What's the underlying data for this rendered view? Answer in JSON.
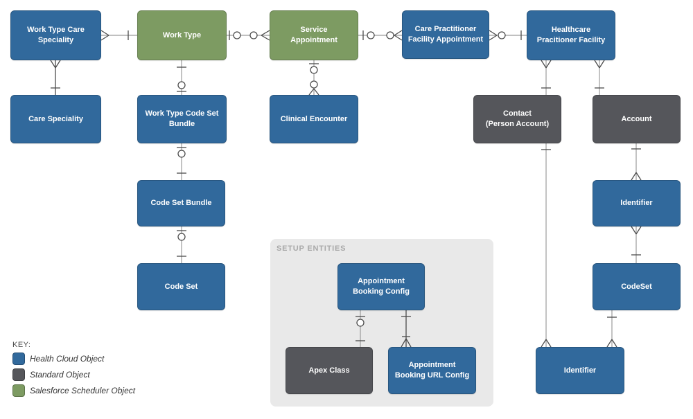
{
  "colors": {
    "c-health": "#31699c",
    "c-standard": "#55565b",
    "c-scheduler": "#7d9b62",
    "c-panel": "#e9e9e9",
    "c-panel-label": "#a9a9a9",
    "c-line": "#9b9b9b",
    "c-line-dark": "#3d3d3d",
    "c-symbol": "#4c4c4c",
    "c-text": "#ffffff"
  },
  "nodes": {
    "work_type_care_speciality": {
      "label": "Work Type Care\nSpeciality",
      "type": "health-cloud"
    },
    "work_type": {
      "label": "Work Type",
      "type": "scheduler"
    },
    "service_appointment": {
      "label": "Service\nAppointment",
      "type": "scheduler"
    },
    "care_practitioner_facility_appointment": {
      "label": "Care Practitioner\nFacility Appointment",
      "type": "health-cloud"
    },
    "healthcare_practitioner_facility": {
      "label": "Healthcare\nPracitioner Facility",
      "type": "health-cloud"
    },
    "care_speciality": {
      "label": "Care Speciality",
      "type": "health-cloud"
    },
    "work_type_code_set_bundle": {
      "label": "Work Type Code Set\nBundle",
      "type": "health-cloud"
    },
    "clinical_encounter": {
      "label": "Clinical Encounter",
      "type": "health-cloud"
    },
    "contact": {
      "label": "Contact\n(Person Account)",
      "type": "standard"
    },
    "account": {
      "label": "Account",
      "type": "standard"
    },
    "code_set_bundle": {
      "label": "Code Set Bundle",
      "type": "health-cloud"
    },
    "identifier_right": {
      "label": "Identifier",
      "type": "health-cloud"
    },
    "code_set": {
      "label": "Code Set",
      "type": "health-cloud"
    },
    "codeset_right": {
      "label": "CodeSet",
      "type": "health-cloud"
    },
    "appointment_booking_config": {
      "label": "Appointment\nBooking Config",
      "type": "health-cloud"
    },
    "apex_class": {
      "label": "Apex Class",
      "type": "standard"
    },
    "appointment_booking_url_config": {
      "label": "Appointment\nBooking URL Config",
      "type": "health-cloud"
    },
    "identifier_bottom": {
      "label": "Identifier",
      "type": "health-cloud"
    }
  },
  "setup_panel": {
    "label": "SETUP ENTITIES"
  },
  "key": {
    "title": "KEY:",
    "items": [
      {
        "label": "Health Cloud Object",
        "type": "health-cloud"
      },
      {
        "label": "Standard Object",
        "type": "standard"
      },
      {
        "label": "Salesforce Scheduler Object",
        "type": "scheduler"
      }
    ]
  },
  "relationships": [
    {
      "from": "Work Type Care Speciality",
      "to": "Work Type",
      "from_marker": "many",
      "to_marker": "one"
    },
    {
      "from": "Work Type",
      "to": "Service Appointment",
      "from_marker": "zero or one",
      "to_marker": "zero or many"
    },
    {
      "from": "Service Appointment",
      "to": "Care Practitioner Facility Appointment",
      "from_marker": "zero or one",
      "to_marker": "zero or many"
    },
    {
      "from": "Care Practitioner Facility Appointment",
      "to": "Healthcare Pracitioner Facility",
      "from_marker": "zero or many",
      "to_marker": "one"
    },
    {
      "from": "Work Type Care Speciality",
      "to": "Care Speciality",
      "from_marker": "many",
      "to_marker": "one"
    },
    {
      "from": "Work Type",
      "to": "Work Type Code Set Bundle",
      "from_marker": "one",
      "to_marker": "zero or one"
    },
    {
      "from": "Service Appointment",
      "to": "Clinical Encounter",
      "from_marker": "zero or one",
      "to_marker": "zero or many"
    },
    {
      "from": "Work Type Code Set Bundle",
      "to": "Code Set Bundle",
      "from_marker": "zero or one",
      "to_marker": "one"
    },
    {
      "from": "Code Set Bundle",
      "to": "Code Set",
      "from_marker": "zero or one",
      "to_marker": "one"
    },
    {
      "from": "Healthcare Pracitioner Facility",
      "to": "Contact (Person Account)",
      "from_marker": "many",
      "to_marker": "one"
    },
    {
      "from": "Healthcare Pracitioner Facility",
      "to": "Account",
      "from_marker": "many",
      "to_marker": "one"
    },
    {
      "from": "Contact (Person Account)",
      "to": "Identifier (bottom)",
      "from_marker": "one",
      "to_marker": "many"
    },
    {
      "from": "Account",
      "to": "Identifier",
      "from_marker": "one",
      "to_marker": "many"
    },
    {
      "from": "Identifier",
      "to": "CodeSet",
      "from_marker": "many",
      "to_marker": "one"
    },
    {
      "from": "CodeSet",
      "to": "Identifier (bottom)",
      "from_marker": "one",
      "to_marker": "many"
    },
    {
      "from": "Appointment Booking Config",
      "to": "Apex Class",
      "from_marker": "zero or one",
      "to_marker": "one"
    },
    {
      "from": "Appointment Booking Config",
      "to": "Appointment Booking URL Config",
      "from_marker": "one",
      "to_marker": "one or many"
    }
  ]
}
